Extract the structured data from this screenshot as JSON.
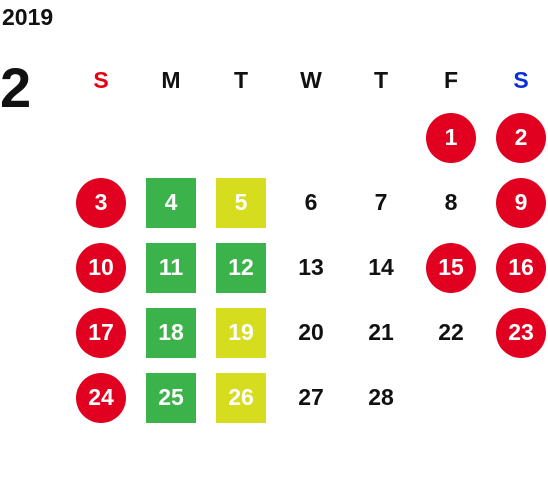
{
  "calendar": {
    "year": "2019",
    "month": "2",
    "weekdays": [
      {
        "label": "S",
        "color": "#e60012"
      },
      {
        "label": "M",
        "color": "#111111"
      },
      {
        "label": "T",
        "color": "#111111"
      },
      {
        "label": "W",
        "color": "#111111"
      },
      {
        "label": "T",
        "color": "#111111"
      },
      {
        "label": "F",
        "color": "#111111"
      },
      {
        "label": "S",
        "color": "#0a2fd6"
      }
    ],
    "colors": {
      "holiday_red": "#e1001f",
      "green": "#3bb34a",
      "yellow": "#d6dd1f"
    },
    "weeks": [
      [
        null,
        null,
        null,
        null,
        null,
        {
          "day": "1",
          "style": "circle",
          "color": "#e1001f"
        },
        {
          "day": "2",
          "style": "circle",
          "color": "#e1001f"
        }
      ],
      [
        {
          "day": "3",
          "style": "circle",
          "color": "#e1001f"
        },
        {
          "day": "4",
          "style": "square",
          "color": "#3bb34a"
        },
        {
          "day": "5",
          "style": "square",
          "color": "#d6dd1f"
        },
        {
          "day": "6",
          "style": "plain"
        },
        {
          "day": "7",
          "style": "plain"
        },
        {
          "day": "8",
          "style": "plain"
        },
        {
          "day": "9",
          "style": "circle",
          "color": "#e1001f"
        }
      ],
      [
        {
          "day": "10",
          "style": "circle",
          "color": "#e1001f"
        },
        {
          "day": "11",
          "style": "square",
          "color": "#3bb34a"
        },
        {
          "day": "12",
          "style": "square",
          "color": "#3bb34a"
        },
        {
          "day": "13",
          "style": "plain"
        },
        {
          "day": "14",
          "style": "plain"
        },
        {
          "day": "15",
          "style": "circle",
          "color": "#e1001f"
        },
        {
          "day": "16",
          "style": "circle",
          "color": "#e1001f"
        }
      ],
      [
        {
          "day": "17",
          "style": "circle",
          "color": "#e1001f"
        },
        {
          "day": "18",
          "style": "square",
          "color": "#3bb34a"
        },
        {
          "day": "19",
          "style": "square",
          "color": "#d6dd1f"
        },
        {
          "day": "20",
          "style": "plain"
        },
        {
          "day": "21",
          "style": "plain"
        },
        {
          "day": "22",
          "style": "plain"
        },
        {
          "day": "23",
          "style": "circle",
          "color": "#e1001f"
        }
      ],
      [
        {
          "day": "24",
          "style": "circle",
          "color": "#e1001f"
        },
        {
          "day": "25",
          "style": "square",
          "color": "#3bb34a"
        },
        {
          "day": "26",
          "style": "square",
          "color": "#d6dd1f"
        },
        {
          "day": "27",
          "style": "plain"
        },
        {
          "day": "28",
          "style": "plain"
        },
        null,
        null
      ]
    ]
  }
}
